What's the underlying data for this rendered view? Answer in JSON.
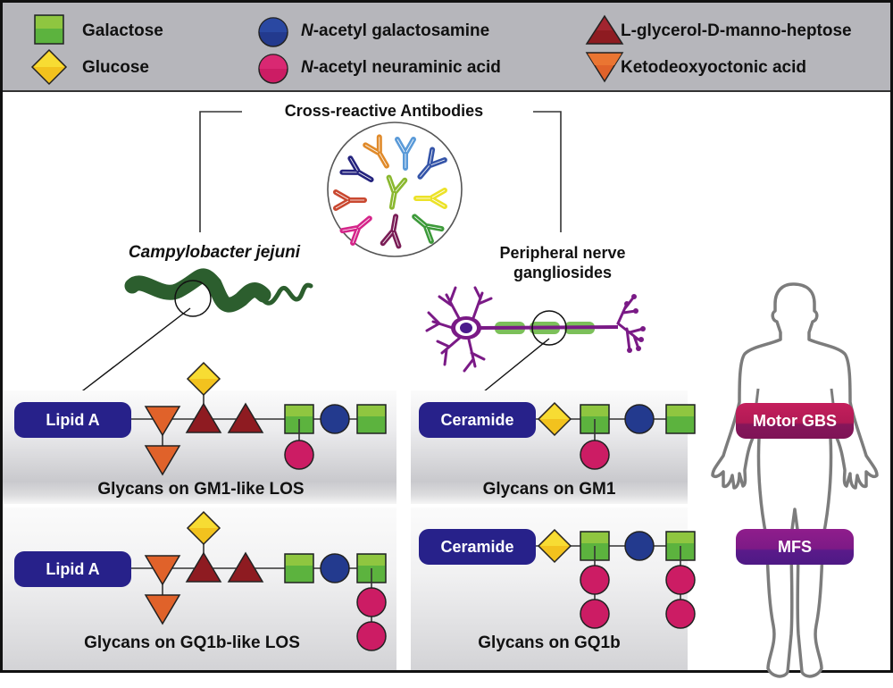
{
  "legend": {
    "items": [
      {
        "symbol": "green-square",
        "name": "Galactose",
        "color": "#5cb33e"
      },
      {
        "symbol": "yellow-diamond",
        "name": "Glucose",
        "color": "#f2c21e"
      },
      {
        "symbol": "blue-circle",
        "prefix": "N",
        "name": "-acetyl galactosamine",
        "color": "#233a8e"
      },
      {
        "symbol": "magenta-circle",
        "prefix": "N",
        "name": "-acetyl neuraminic acid",
        "color": "#cc1c64"
      },
      {
        "symbol": "red-triangle-up",
        "name": "L-glycerol-D-manno-heptose",
        "color": "#8e1b21"
      },
      {
        "symbol": "orange-triangle-down",
        "name": "Ketodeoxyoctonic acid",
        "color": "#e0622a"
      }
    ]
  },
  "header": {
    "antibodies_title": "Cross-reactive Antibodies"
  },
  "sources": {
    "bacteria_label": "Campylobacter jejuni",
    "nerve_label_line1": "Peripheral nerve",
    "nerve_label_line2": "gangliosides"
  },
  "panels": [
    {
      "anchor": "Lipid A",
      "caption": "Glycans on GM1-like LOS"
    },
    {
      "anchor": "Ceramide",
      "caption": "Glycans on GM1"
    },
    {
      "anchor": "Lipid A",
      "caption": "Glycans on GQ1b-like LOS"
    },
    {
      "anchor": "Ceramide",
      "caption": "Glycans on GQ1b"
    }
  ],
  "diseases": [
    {
      "label": "Motor GBS",
      "color": "#b21a55"
    },
    {
      "label": "MFS",
      "color": "#7d1a86"
    }
  ],
  "colors": {
    "galactose": "#5cb33e",
    "glucose": "#f2c21e",
    "galnac": "#233a8e",
    "neuac": "#cc1c64",
    "heptose": "#8e1b21",
    "kdo": "#e0622a",
    "bacteria": "#2c5e2e",
    "neuron": "#7a1a86",
    "myelin": "#7cc05a",
    "anchor": "#27218a"
  }
}
